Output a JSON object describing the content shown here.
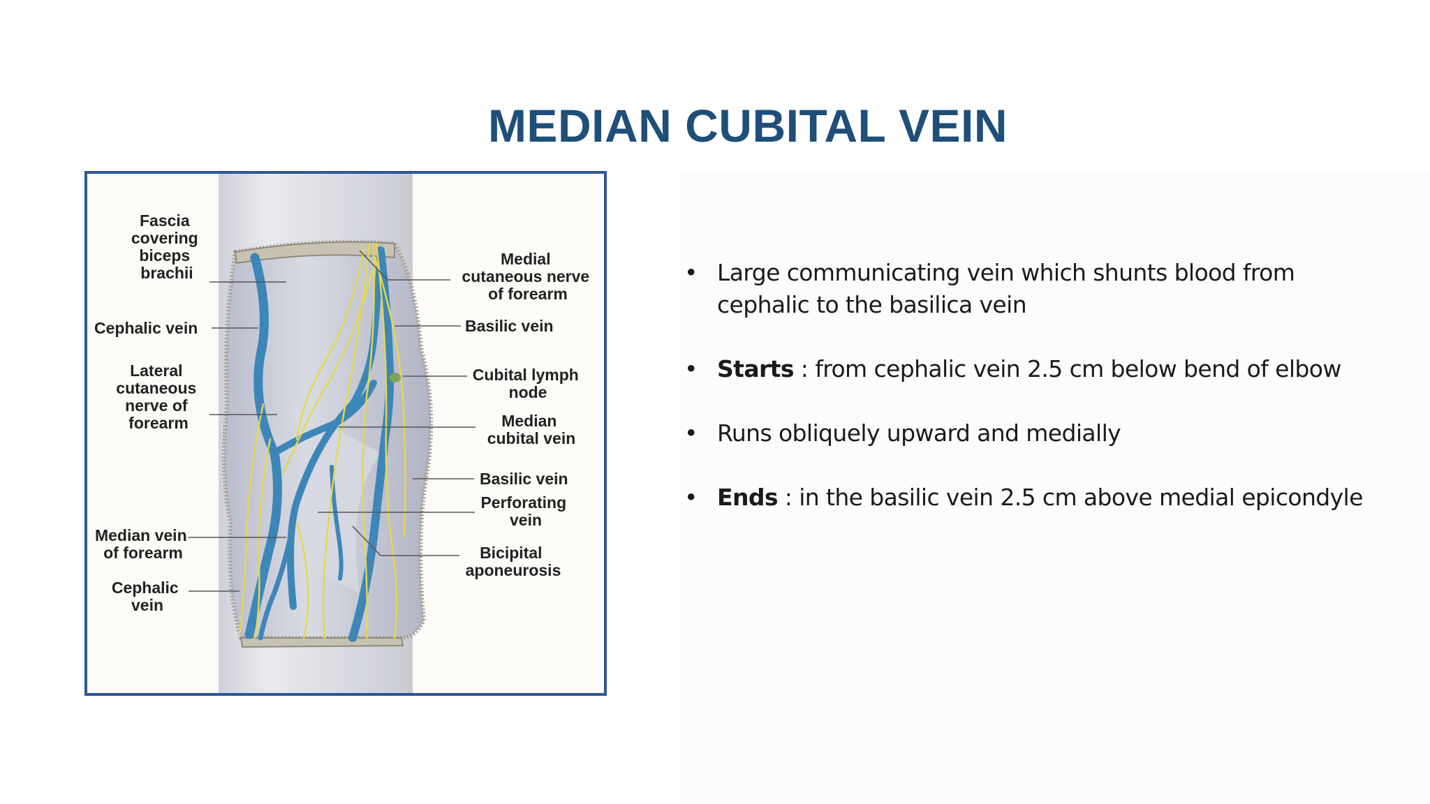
{
  "slide": {
    "title": "MEDIAN CUBITAL VEIN",
    "bullets": [
      {
        "bold": "",
        "text": "Large communicating vein which shunts blood from cephalic to the basilica vein"
      },
      {
        "bold": "Starts",
        "text": " : from cephalic vein 2.5 cm below bend of elbow"
      },
      {
        "bold": "",
        "text": "Runs obliquely upward and medially"
      },
      {
        "bold": "Ends",
        "text": " : in the basilic vein 2.5 cm above medial epicondyle"
      }
    ],
    "bullet_glyph": "•"
  },
  "figure": {
    "labels_left": {
      "fascia": [
        "Fascia",
        "covering",
        "biceps",
        "brachii"
      ],
      "cephalic_vein_upper": [
        "Cephalic vein"
      ],
      "lateral_nerve": [
        "Lateral",
        "cutaneous",
        "nerve of",
        "forearm"
      ],
      "median_vein_forearm": [
        "Median vein",
        "of forearm"
      ],
      "cephalic_vein_lower": [
        "Cephalic",
        "vein"
      ]
    },
    "labels_right": {
      "medial_nerve": [
        "Medial",
        "cutaneous nerve",
        "of forearm"
      ],
      "basilic_vein_upper": [
        "Basilic vein"
      ],
      "cubital_lymph": [
        "Cubital lymph",
        "node"
      ],
      "median_cubital": [
        "Median",
        "cubital vein"
      ],
      "basilic_vein_lower": [
        "Basilic vein"
      ],
      "perforating": [
        "Perforating",
        "vein"
      ],
      "bicipital": [
        "Bicipital",
        "aponeurosis"
      ]
    },
    "colors": {
      "vein": "#3d86b8",
      "nerve": "#e6d84a",
      "frame": "#2e5597"
    }
  },
  "colors": {
    "title": "#1f4e79",
    "text": "#1a1a1a"
  }
}
